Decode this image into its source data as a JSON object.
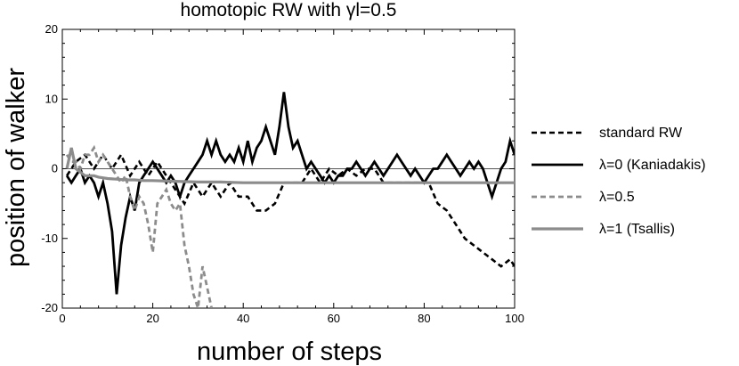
{
  "chart_data": {
    "type": "line",
    "title": "homotopic RW with γl=0.5",
    "xlabel": "number of steps",
    "ylabel": "position of walker",
    "xlim": [
      0,
      100
    ],
    "ylim": [
      -20,
      20
    ],
    "xticks": [
      0,
      20,
      40,
      60,
      80,
      100
    ],
    "yticks": [
      -20,
      -10,
      0,
      10,
      20
    ],
    "legend_position": "right",
    "series": [
      {
        "name": "standard RW",
        "style": "dashed",
        "color": "#000000",
        "width": 2.6,
        "x": [
          1,
          3,
          5,
          7,
          9,
          11,
          13,
          15,
          17,
          19,
          21,
          23,
          25,
          27,
          29,
          31,
          33,
          35,
          37,
          39,
          41,
          43,
          45,
          47,
          49,
          51,
          53,
          55,
          57,
          59,
          61,
          63,
          65,
          67,
          69,
          71,
          73,
          75,
          77,
          79,
          81,
          83,
          85,
          87,
          89,
          91,
          93,
          95,
          97,
          99,
          100
        ],
        "y": [
          -1,
          1,
          2,
          0,
          2,
          0,
          2,
          -1,
          1,
          -1,
          1,
          -1,
          -3,
          -5,
          -2,
          -4,
          -2,
          -4,
          -2,
          -4,
          -4,
          -6,
          -6,
          -5,
          -2,
          -2,
          -2,
          0,
          -2,
          0,
          -1,
          0,
          -1,
          0,
          0,
          -2,
          -2,
          -2,
          -2,
          -2,
          -2,
          -5,
          -6,
          -8,
          -10,
          -11,
          -12,
          -13,
          -14,
          -13,
          -14
        ]
      },
      {
        "name": "λ=0 (Kaniadakis)",
        "style": "solid",
        "color": "#000000",
        "width": 2.8,
        "x": [
          1,
          2,
          3,
          4,
          5,
          6,
          7,
          8,
          9,
          10,
          11,
          12,
          13,
          14,
          15,
          16,
          17,
          18,
          19,
          20,
          21,
          22,
          23,
          24,
          25,
          26,
          27,
          28,
          29,
          30,
          31,
          32,
          33,
          34,
          35,
          36,
          37,
          38,
          39,
          40,
          41,
          42,
          43,
          44,
          45,
          46,
          47,
          48,
          49,
          50,
          51,
          52,
          53,
          54,
          55,
          56,
          57,
          58,
          59,
          60,
          61,
          62,
          63,
          64,
          65,
          66,
          67,
          68,
          69,
          70,
          71,
          72,
          73,
          74,
          75,
          76,
          77,
          78,
          79,
          80,
          81,
          82,
          83,
          84,
          85,
          86,
          87,
          88,
          89,
          90,
          91,
          92,
          93,
          94,
          95,
          96,
          97,
          98,
          99,
          100
        ],
        "y": [
          -1,
          -2,
          -1,
          0,
          -2,
          -1,
          -2,
          -4,
          -2,
          -5,
          -9,
          -18,
          -11,
          -7,
          -4,
          -6,
          -2,
          -1,
          0,
          1,
          0,
          -1,
          -2,
          -1,
          -2,
          -4,
          -2,
          -1,
          0,
          1,
          2,
          4,
          2,
          4,
          2,
          1,
          2,
          1,
          3,
          1,
          4,
          1,
          3,
          4,
          6,
          4,
          2,
          6,
          11,
          6,
          3,
          4,
          2,
          0,
          1,
          0,
          -1,
          -2,
          -1,
          -2,
          -1,
          -1,
          0,
          0,
          1,
          0,
          -1,
          0,
          1,
          0,
          -1,
          0,
          1,
          2,
          1,
          0,
          -1,
          0,
          -1,
          -2,
          -1,
          0,
          0,
          1,
          2,
          1,
          0,
          -1,
          0,
          1,
          0,
          1,
          0,
          -2,
          -4,
          -2,
          0,
          1,
          4,
          2
        ]
      },
      {
        "name": "λ=0.5",
        "style": "dashed",
        "color": "#8c8c8c",
        "width": 2.8,
        "x": [
          1,
          2,
          3,
          4,
          5,
          6,
          7,
          8,
          9,
          10,
          11,
          12,
          13,
          14,
          15,
          16,
          17,
          18,
          19,
          20,
          21,
          22,
          23,
          24,
          25,
          26,
          27,
          28,
          29,
          30,
          31,
          32,
          33
        ],
        "y": [
          2,
          1,
          1,
          0,
          2,
          2,
          3,
          1,
          2,
          1,
          0,
          -1,
          -2,
          -1,
          -4,
          -6,
          -4,
          -5,
          -8,
          -12,
          -5,
          -4,
          -3,
          -5,
          -6,
          -5,
          -11,
          -14,
          -18,
          -20,
          -14,
          -17,
          -20
        ]
      },
      {
        "name": "λ=1 (Tsallis)",
        "style": "solid",
        "color": "#8c8c8c",
        "width": 3.2,
        "x": [
          1,
          2,
          3,
          4,
          5,
          6,
          7,
          8,
          9,
          10,
          12,
          14,
          16,
          18,
          20,
          25,
          30,
          35,
          40,
          50,
          60,
          70,
          80,
          90,
          100
        ],
        "y": [
          0,
          3,
          0,
          -0.5,
          -1,
          -1,
          -1,
          -1.2,
          -1.3,
          -1.4,
          -1.5,
          -1.6,
          -1.6,
          -1.7,
          -1.7,
          -1.8,
          -1.9,
          -1.9,
          -2,
          -2,
          -2,
          -2,
          -2,
          -2,
          -2
        ]
      }
    ]
  }
}
